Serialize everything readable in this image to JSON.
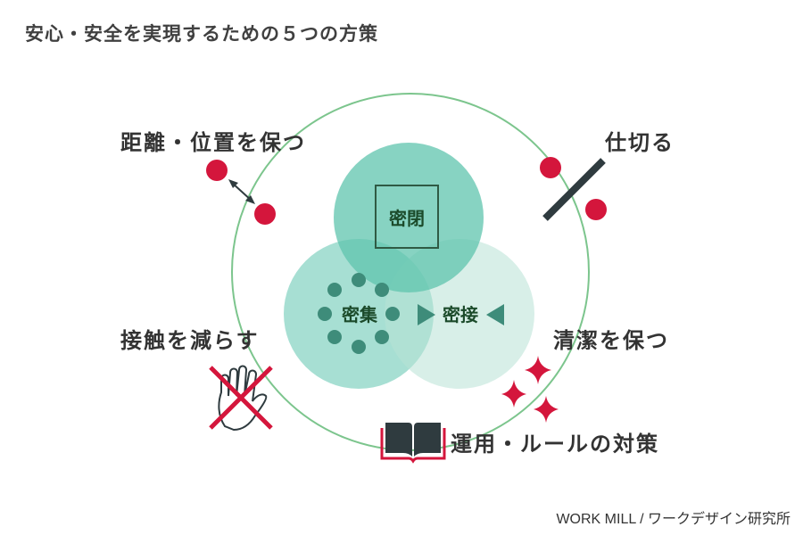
{
  "title": "安心・安全を実現するための５つの方策",
  "measures": {
    "distance": "距離・位置を保つ",
    "partition": "仕切る",
    "contact": "接触を減らす",
    "clean": "清潔を保つ",
    "rules": "運用・ルールの対策"
  },
  "venn": {
    "closed": "密閉",
    "crowded": "密集",
    "close_contact": "密接"
  },
  "credit": "WORK MILL / ワークデザイン研究所",
  "colors": {
    "accent_red": "#d4163c",
    "teal_closed": "#5fc4ae",
    "teal_crowded": "#8ed0c0",
    "teal_contact": "#d2ece4",
    "outer_ring": "#7cc58d",
    "dark": "#2f3b3f"
  },
  "icons": [
    "double-arrow-icon",
    "partition-line-icon",
    "hand-cross-icon",
    "sparkle-icon",
    "book-icon"
  ]
}
